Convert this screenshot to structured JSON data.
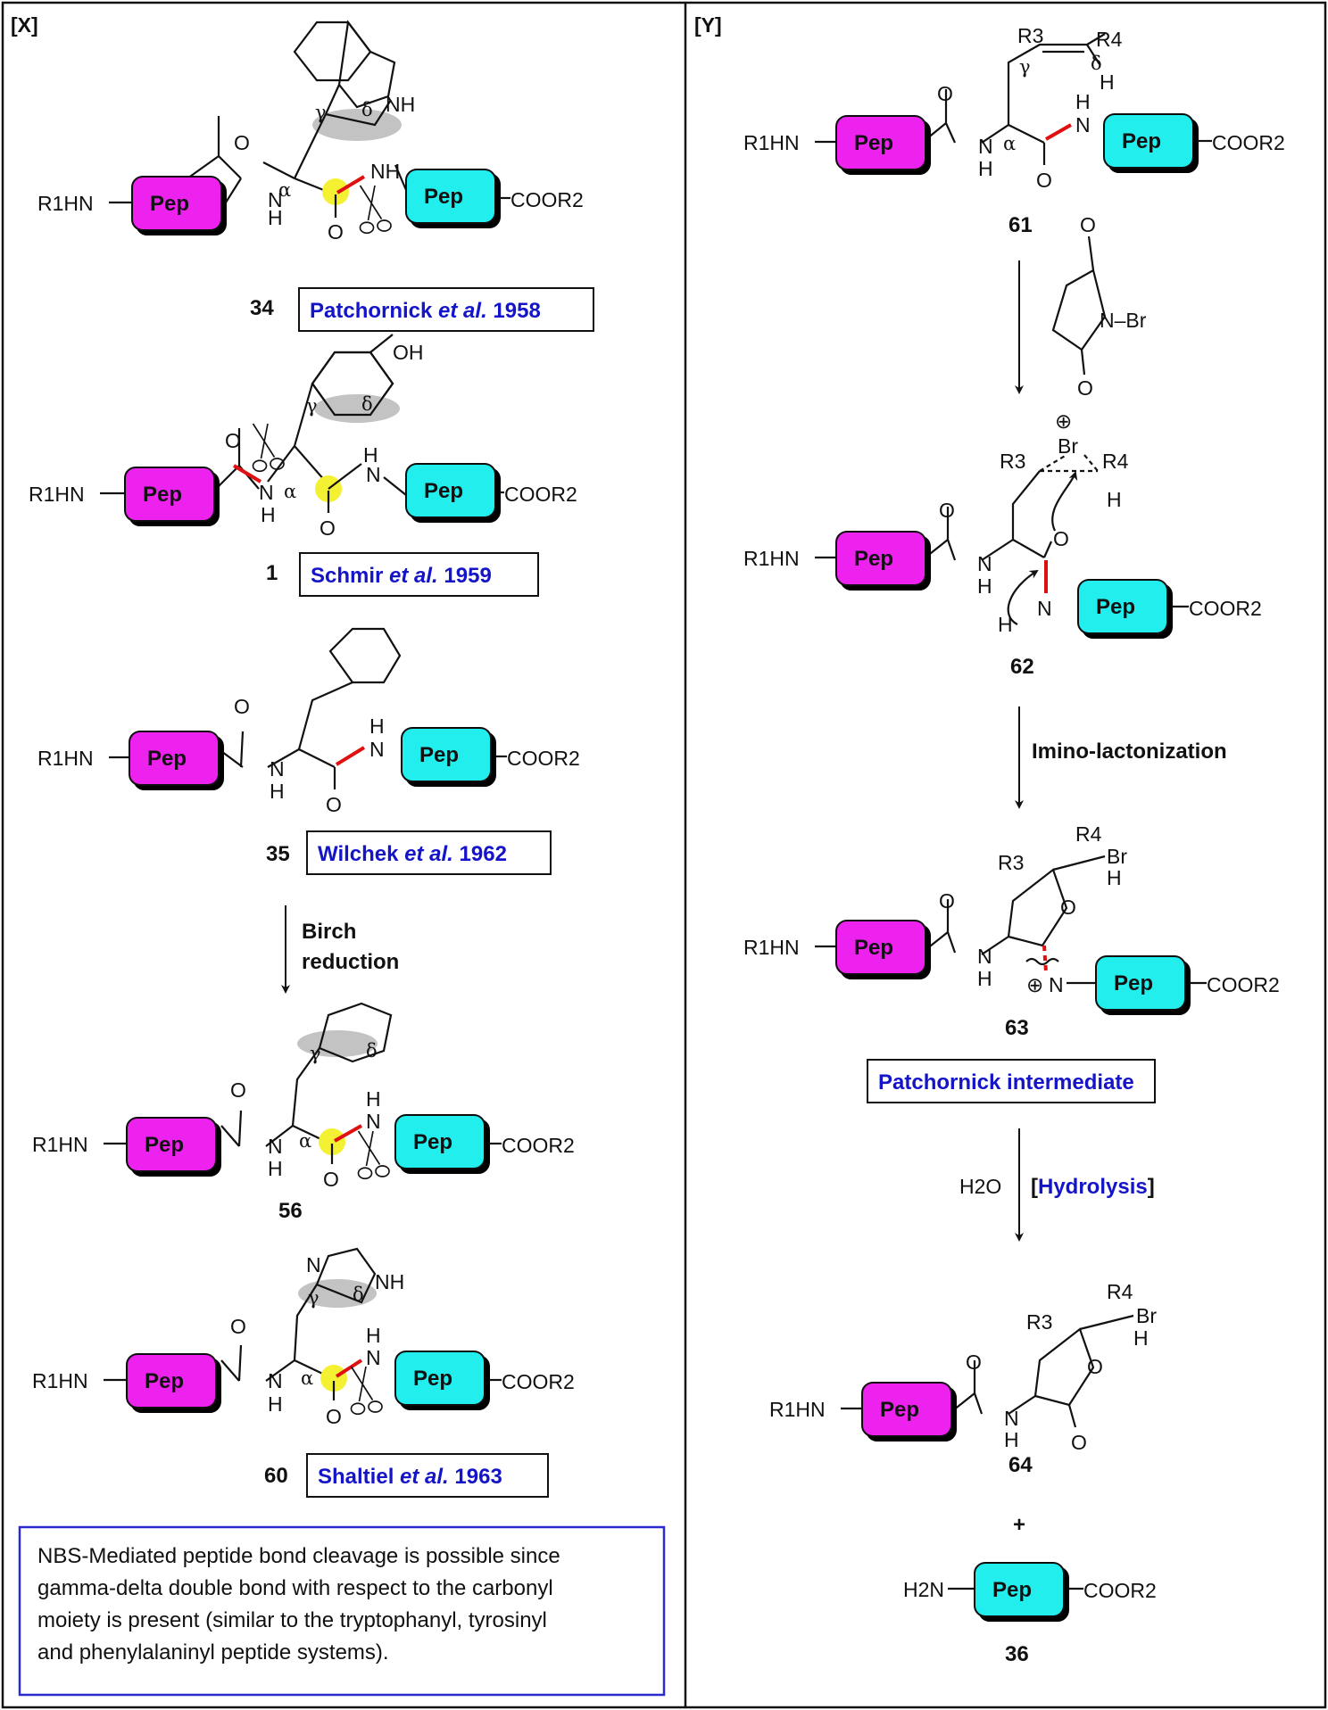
{
  "panels": {
    "left": "[X]",
    "right": "[Y]"
  },
  "labels": {
    "pep": "Pep",
    "r1hn": "R1HN",
    "cooR2": "COOR2",
    "h2n": "H2N",
    "nh": "NH",
    "n": "N",
    "h": "H",
    "o": "O",
    "oh": "OH",
    "br": "Br",
    "r3": "R3",
    "r4": "R4",
    "alpha": "α",
    "gamma": "γ",
    "delta": "δ",
    "plus_charge": "⊕",
    "plus": "+"
  },
  "left": {
    "c34": {
      "id": "34",
      "citation_main": "Patchornick ",
      "citation_etal": "et al.",
      "citation_year": " 1958"
    },
    "c1": {
      "id": "1",
      "citation_main": "Schmir ",
      "citation_etal": "et al.",
      "citation_year": " 1959"
    },
    "c35": {
      "id": "35",
      "citation_main": "Wilchek ",
      "citation_etal": "et al.",
      "citation_year": " 1962"
    },
    "birch": {
      "line1": "Birch",
      "line2": "reduction"
    },
    "c56": {
      "id": "56"
    },
    "c60": {
      "id": "60",
      "citation_main": "Shaltiel ",
      "citation_etal": "et al.",
      "citation_year": " 1963"
    },
    "note": [
      "NBS-Mediated peptide bond cleavage is possible since",
      "gamma-delta double bond with respect to the carbonyl",
      "moiety is present (similar to the tryptophanyl, tyrosinyl",
      "and phenylalaninyl peptide systems)."
    ]
  },
  "right": {
    "c61": {
      "id": "61"
    },
    "reagent": {
      "label": "N–Br"
    },
    "c62": {
      "id": "62"
    },
    "step2": "Imino-lactonization",
    "c63": {
      "id": "63"
    },
    "intermediate": "Patchornick intermediate",
    "step3_reagent": "H2O",
    "step3_open": "[",
    "step3_label": "Hydrolysis",
    "step3_close": "]",
    "c64": {
      "id": "64"
    },
    "c36": {
      "id": "36"
    }
  },
  "colors": {
    "pep_magenta": "#ee22ee",
    "pep_cyan": "#22eeee",
    "citation_blue": "#1414c8",
    "cleaved_bond_red": "#e01010",
    "alpha_carbon_yellow": "#f4f032",
    "ring_highlight_gray": "#b8b8b8"
  }
}
